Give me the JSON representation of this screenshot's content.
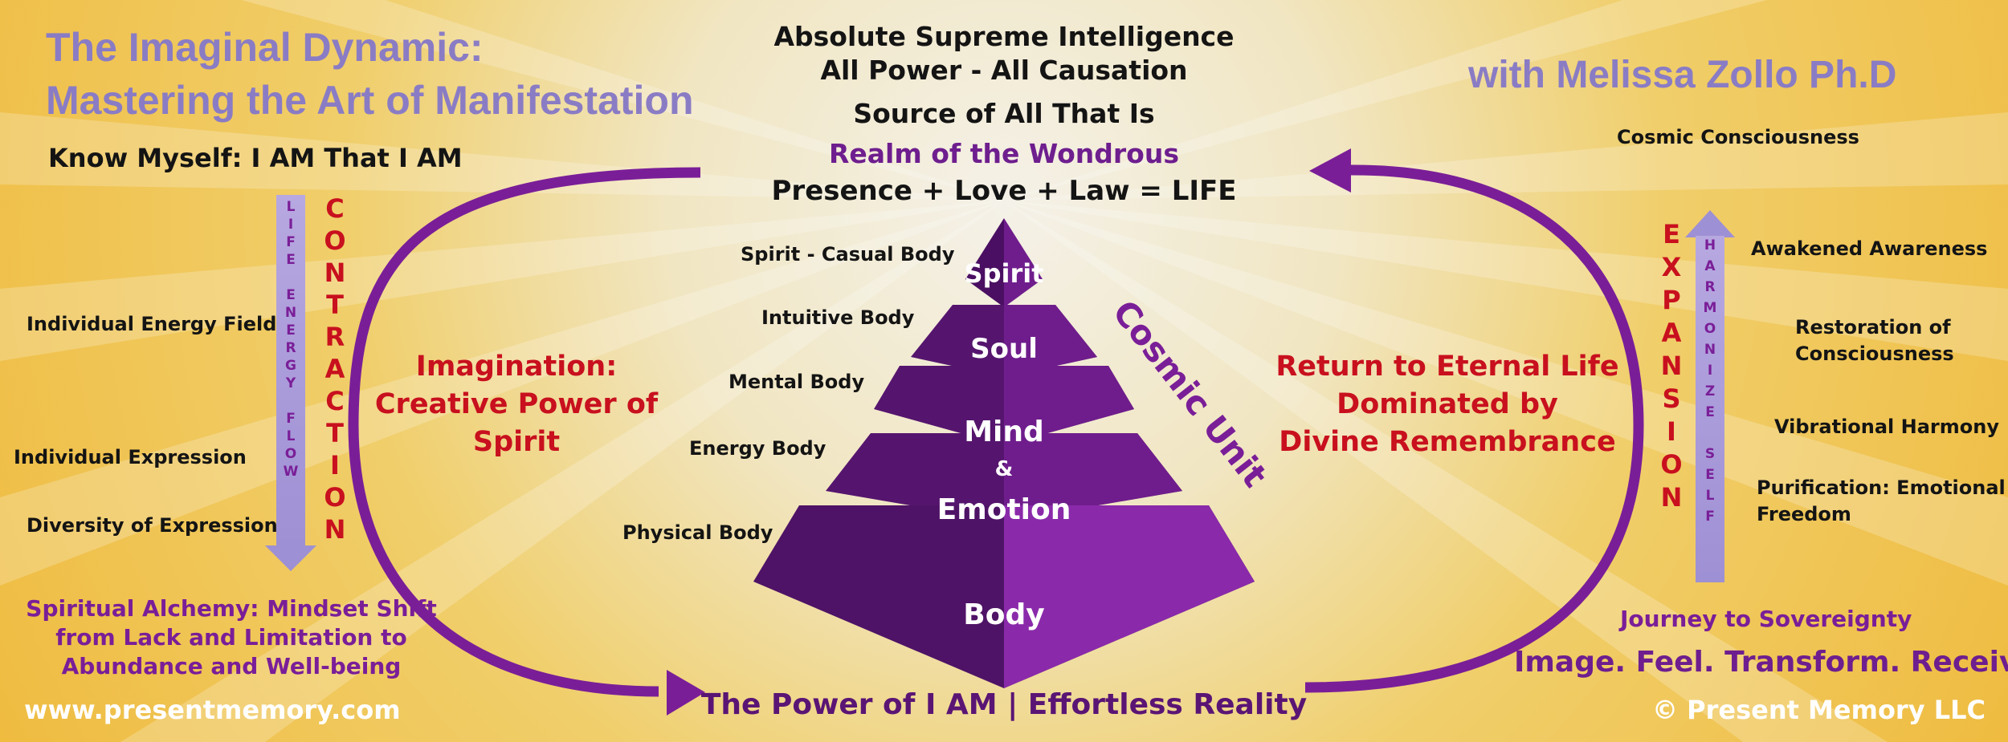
{
  "title": {
    "line1": "The Imaginal Dynamic:",
    "line2": "Mastering the Art of Manifestation"
  },
  "author": "with Melissa Zollo Ph.D",
  "know_myself": "Know Myself: I AM That I AM",
  "top_center": {
    "line1": "Absolute Supreme Intelligence",
    "line2": "All Power - All Causation",
    "line3": "Source of All That Is",
    "line4": "Realm of the Wondrous",
    "line5": "Presence + Love + Law = LIFE"
  },
  "left_labels": {
    "energy_field": "Individual Energy Field",
    "expression": "Individual Expression",
    "diversity": "Diversity of Expression"
  },
  "left_vertical": {
    "life_energy_flow": [
      "L",
      "I",
      "F",
      "E",
      "",
      "E",
      "N",
      "E",
      "R",
      "G",
      "Y",
      "",
      "F",
      "L",
      "O",
      "W"
    ],
    "contraction": [
      "C",
      "O",
      "N",
      "T",
      "R",
      "A",
      "C",
      "T",
      "I",
      "O",
      "N"
    ]
  },
  "imagination": {
    "line1": "Imagination:",
    "line2": "Creative Power of",
    "line3": "Spirit"
  },
  "alchemy": {
    "line1": "Spiritual Alchemy: Mindset Shift",
    "line2": "from Lack and Limitation to",
    "line3": "Abundance and Well-being"
  },
  "website": "www.presentmemory.com",
  "pyramid_left": {
    "spirit": "Spirit - Casual Body",
    "intuitive": "Intuitive Body",
    "mental": "Mental Body",
    "energy": "Energy Body",
    "physical": "Physical Body"
  },
  "pyramid_levels": {
    "spirit": "Spirit",
    "soul": "Soul",
    "mind": "Mind",
    "amp": "&",
    "emotion": "Emotion",
    "body": "Body"
  },
  "cosmic_unit": "Cosmic Unit",
  "return": {
    "line1": "Return to Eternal Life",
    "line2": "Dominated by",
    "line3": "Divine Remembrance"
  },
  "bottom_center": "The Power of I AM | Effortless Reality",
  "right_vertical": {
    "expansion": [
      "E",
      "X",
      "P",
      "A",
      "N",
      "S",
      "I",
      "O",
      "N"
    ],
    "harmonize_self": [
      "H",
      "A",
      "R",
      "M",
      "O",
      "N",
      "I",
      "Z",
      "E",
      "",
      "S",
      "E",
      "L",
      "F"
    ]
  },
  "right_labels": {
    "cosmic": "Cosmic Consciousness",
    "awakened": "Awakened Awareness",
    "restoration1": "Restoration of",
    "restoration2": "Consciousness",
    "vibrational": "Vibrational Harmony",
    "purification1": "Purification: Emotional",
    "purification2": "Freedom"
  },
  "journey": "Journey to Sovereignty",
  "slogan": "Image. Feel. Transform. Receive.",
  "copyright": "© Present Memory LLC",
  "colors": {
    "accent_purple": "#6E1E8E",
    "lavender": "#8A7CC4",
    "red": "#C8101E",
    "background_gold": "#F2C046"
  }
}
